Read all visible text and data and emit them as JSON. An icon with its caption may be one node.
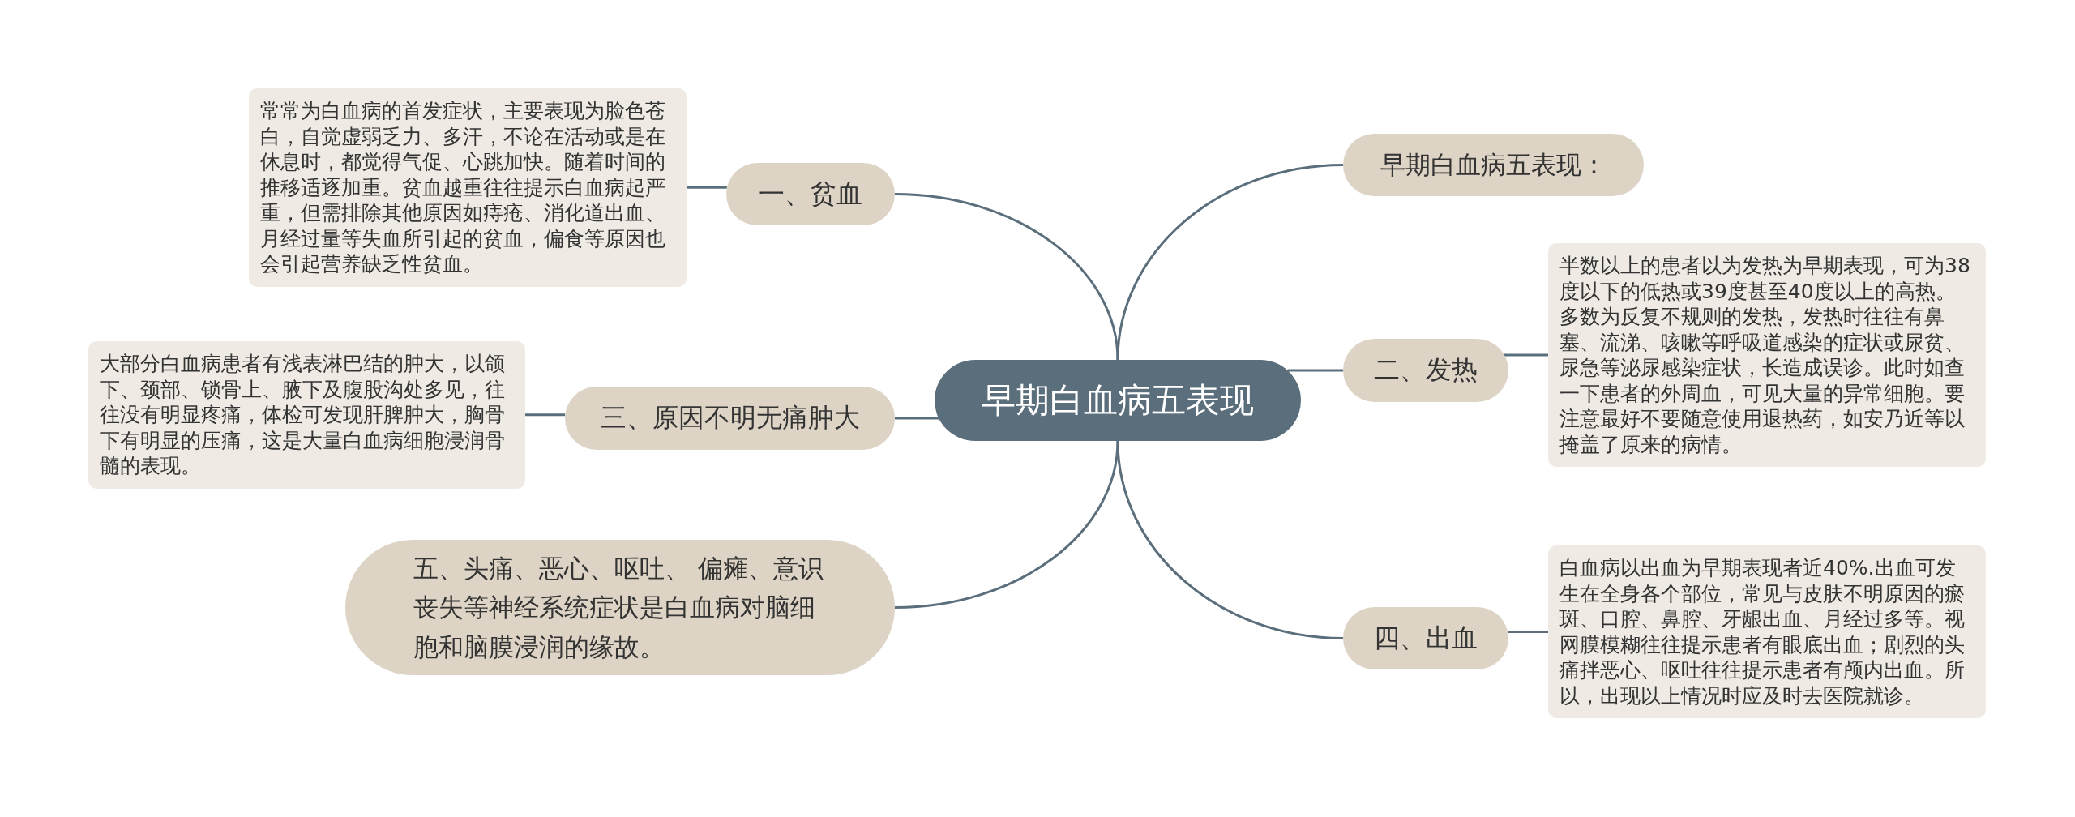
{
  "diagram": {
    "nodes": [
      {
        "text": [
          "早期白血病五表现"
        ]
      },
      {
        "text": [
          "早期白血病五表现："
        ]
      },
      {
        "text": [
          "一、贫血"
        ]
      },
      {
        "text": [
          "常常为白血病的首发症状，主要表现为脸色苍白，自觉虚弱乏力、多汗，不论在活动或是在休息时，都觉得气促、心跳加快。随着时间的推移适逐加重。贫血越重往往提示白血病起严重，但需排除其他原因如痔疮、消化道出血、月经过量等失血所引起的贫血，偏食等原因也会引起营养缺乏性贫血。"
        ]
      },
      {
        "text": [
          "二、发热"
        ]
      },
      {
        "text": [
          "半数以上的患者以为发热为早期表现，可为38度以下的低热或39度甚至40度以上的高热。多数为反复不规则的发热，发热时往往有鼻塞、流涕、咳嗽等呼吸道感染的症状或尿贫、尿急等泌尿感染症状，长造成误诊。此时如查一下患者的外周血，可见大量的异常细胞。要注意最好不要随意使用退热药，如安乃近等以掩盖了原来的病情。"
        ]
      },
      {
        "text": [
          "三、原因不明无痛肿大"
        ]
      },
      {
        "text": [
          "大部分白血病患者有浅表淋巴结的肿大，以颌下、颈部、锁骨上、腋下及腹股沟处多见，往往没有明显疼痛，体检可发现肝脾肿大，胸骨下有明显的压痛，这是大量白血病细胞浸润骨髓的表现。"
        ]
      },
      {
        "text": [
          "四、出血"
        ]
      },
      {
        "text": [
          "白血病以出血为早期表现者近40%.出血可发生在全身各个部位，常见与皮肤不明原因的瘀斑、口腔、鼻腔、牙龈出血、月经过多等。视网膜模糊往往提示患者有眼底出血；剧烈的头痛拌恶心、呕吐往往提示患者有颅内出血。所以，出现以上情况时应及时去医院就诊。"
        ]
      },
      {
        "text": [
          "五、头痛、恶心、呕吐、 偏瘫、意识丧失等神经系统症状是白血病对脑细胞和脑膜浸润的缘故。"
        ]
      }
    ],
    "edges": [
      {
        "from": 0,
        "to": 1,
        "arrow": "none"
      },
      {
        "from": 0,
        "to": 2,
        "arrow": "none"
      },
      {
        "from": 2,
        "to": 3,
        "arrow": "none"
      },
      {
        "from": 0,
        "to": 4,
        "arrow": "none"
      },
      {
        "from": 4,
        "to": 5,
        "arrow": "none"
      },
      {
        "from": 0,
        "to": 6,
        "arrow": "none"
      },
      {
        "from": 6,
        "to": 7,
        "arrow": "none"
      },
      {
        "from": 0,
        "to": 8,
        "arrow": "none"
      },
      {
        "from": 8,
        "to": 9,
        "arrow": "none"
      },
      {
        "from": 0,
        "to": 10,
        "arrow": "none"
      }
    ]
  }
}
